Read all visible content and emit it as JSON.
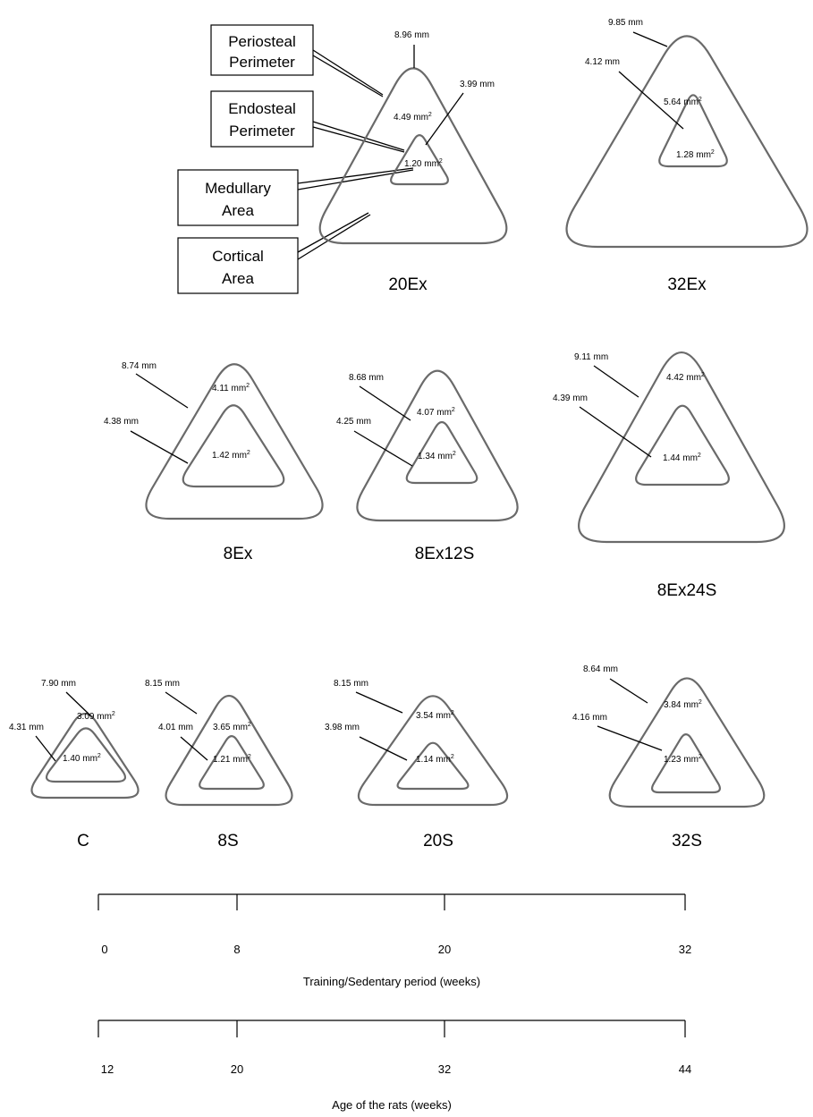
{
  "legend_boxes": [
    {
      "id": "periosteal",
      "lines": [
        "Periosteal",
        "Perimeter"
      ]
    },
    {
      "id": "endosteal",
      "lines": [
        "Endosteal",
        "Perimeter"
      ]
    },
    {
      "id": "medullary",
      "lines": [
        "Medullary",
        "Area"
      ]
    },
    {
      "id": "cortical",
      "lines": [
        "Cortical",
        "Area"
      ]
    }
  ],
  "groups": [
    {
      "id": "20Ex",
      "label": "20Ex",
      "periosteal_perimeter": "8.96 mm",
      "endosteal_perimeter": "3.99 mm",
      "cortical_area": "4.49 mm",
      "medullary_area": "1.20 mm"
    },
    {
      "id": "32Ex",
      "label": "32Ex",
      "periosteal_perimeter": "9.85 mm",
      "endosteal_perimeter": "4.12 mm",
      "cortical_area": "5.64 mm",
      "medullary_area": "1.28 mm"
    },
    {
      "id": "8Ex",
      "label": "8Ex",
      "periosteal_perimeter": "8.74 mm",
      "endosteal_perimeter": "4.38 mm",
      "cortical_area": "4.11 mm",
      "medullary_area": "1.42 mm"
    },
    {
      "id": "8Ex12S",
      "label": "8Ex12S",
      "periosteal_perimeter": "8.68 mm",
      "endosteal_perimeter": "4.25 mm",
      "cortical_area": "4.07 mm",
      "medullary_area": "1.34 mm"
    },
    {
      "id": "8Ex24S",
      "label": "8Ex24S",
      "periosteal_perimeter": "9.11 mm",
      "endosteal_perimeter": "4.39 mm",
      "cortical_area": "4.42 mm",
      "medullary_area": "1.44 mm"
    },
    {
      "id": "C",
      "label": "C",
      "periosteal_perimeter": "7.90 mm",
      "endosteal_perimeter": "4.31 mm",
      "cortical_area": "3.09 mm",
      "medullary_area": "1.40 mm"
    },
    {
      "id": "8S",
      "label": "8S",
      "periosteal_perimeter": "8.15 mm",
      "endosteal_perimeter": "4.01 mm",
      "cortical_area": "3.65 mm",
      "medullary_area": "1.21 mm"
    },
    {
      "id": "20S",
      "label": "20S",
      "periosteal_perimeter": "8.15 mm",
      "endosteal_perimeter": "3.98 mm",
      "cortical_area": "3.54 mm",
      "medullary_area": "1.14 mm"
    },
    {
      "id": "32S",
      "label": "32S",
      "periosteal_perimeter": "8.64 mm",
      "endosteal_perimeter": "4.16 mm",
      "cortical_area": "3.84 mm",
      "medullary_area": "1.23 mm"
    }
  ],
  "area_superscript": "2",
  "axes": [
    {
      "id": "training",
      "label": "Training/Sedentary period (weeks)",
      "ticks": [
        "0",
        "8",
        "20",
        "32"
      ]
    },
    {
      "id": "age",
      "label": "Age of the rats (weeks)",
      "ticks": [
        "12",
        "20",
        "32",
        "44"
      ]
    }
  ]
}
